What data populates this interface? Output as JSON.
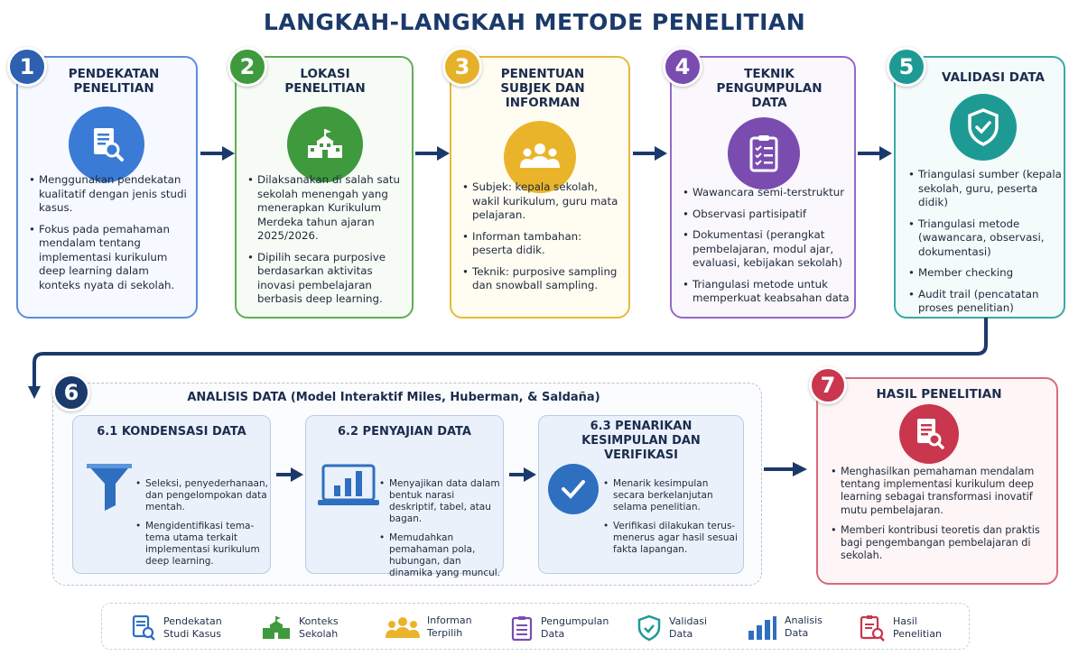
{
  "title": "LANGKAH-LANGKAH METODE PENELITIAN",
  "colors": {
    "navy": "#1b3a6b",
    "blue": "#2e6fc0",
    "green": "#3e9a3c",
    "yellow": "#eab42a",
    "purple": "#7a4cb0",
    "teal": "#1e9a94",
    "red": "#c9364e"
  },
  "steps": [
    {
      "number": "1",
      "title": "PENDEKATAN PENELITIAN",
      "icon": "document-search-icon",
      "bullets": [
        "Menggunakan pendekatan kualitatif dengan jenis studi kasus.",
        "Fokus pada pemahaman mendalam tentang implementasi kurikulum deep learning dalam konteks nyata di sekolah."
      ]
    },
    {
      "number": "2",
      "title": "LOKASI PENELITIAN",
      "icon": "school-building-icon",
      "bullets": [
        "Dilaksanakan di salah satu sekolah menengah yang menerapkan Kurikulum Merdeka tahun ajaran 2025/2026.",
        "Dipilih secara purposive berdasarkan aktivitas inovasi pembelajaran berbasis deep learning."
      ]
    },
    {
      "number": "3",
      "title": "PENENTUAN SUBJEK DAN INFORMAN",
      "icon": "people-group-icon",
      "bullets": [
        "Subjek: kepala sekolah, wakil kurikulum, guru mata pelajaran.",
        "Informan tambahan: peserta didik.",
        "Teknik: purposive sampling dan snowball sampling."
      ]
    },
    {
      "number": "4",
      "title": "TEKNIK PENGUMPULAN DATA",
      "icon": "clipboard-checklist-icon",
      "bullets": [
        "Wawancara semi-terstruktur",
        "Observasi partisipatif",
        "Dokumentasi (perangkat pembelajaran, modul ajar, evaluasi, kebijakan sekolah)",
        "Triangulasi metode untuk memperkuat keabsahan data"
      ]
    },
    {
      "number": "5",
      "title": "VALIDASI DATA",
      "icon": "shield-check-icon",
      "bullets": [
        "Triangulasi sumber (kepala sekolah, guru, peserta didik)",
        "Triangulasi metode (wawancara, observasi, dokumentasi)",
        "Member checking",
        "Audit trail (pencatatan proses penelitian)"
      ]
    }
  ],
  "analysis": {
    "number": "6",
    "title": "ANALISIS DATA (Model Interaktif Miles, Huberman, & Saldaña)",
    "subs": [
      {
        "title": "6.1 KONDENSASI DATA",
        "icon": "funnel-icon",
        "bullets": [
          "Seleksi, penyederhanaan, dan pengelompokan data mentah.",
          "Mengidentifikasi tema-tema utama terkait implementasi kurikulum deep learning."
        ]
      },
      {
        "title": "6.2 PENYAJIAN DATA",
        "icon": "monitor-chart-icon",
        "bullets": [
          "Menyajikan data dalam bentuk narasi deskriptif, tabel, atau bagan.",
          "Memudahkan pemahaman pola, hubungan, dan dinamika yang muncul."
        ]
      },
      {
        "title": "6.3 PENARIKAN KESIMPULAN DAN VERIFIKASI",
        "icon": "check-circle-icon",
        "bullets": [
          "Menarik kesimpulan secara berkelanjutan selama penelitian.",
          "Verifikasi dilakukan terus-menerus agar hasil sesuai fakta lapangan."
        ]
      }
    ]
  },
  "result": {
    "number": "7",
    "title": "HASIL PENELITIAN",
    "icon": "report-search-icon",
    "bullets": [
      "Menghasilkan pemahaman mendalam tentang implementasi kurikulum deep learning sebagai transformasi inovatif mutu pembelajaran.",
      "Memberi kontribusi teoretis dan praktis bagi pengembangan pembelajaran di sekolah."
    ]
  },
  "legend": [
    {
      "line1": "Pendekatan",
      "line2": "Studi Kasus",
      "icon": "document-search-icon"
    },
    {
      "line1": "Konteks",
      "line2": "Sekolah",
      "icon": "school-building-icon"
    },
    {
      "line1": "Informan",
      "line2": "Terpilih",
      "icon": "people-group-icon"
    },
    {
      "line1": "Pengumpulan",
      "line2": "Data",
      "icon": "clipboard-checklist-icon"
    },
    {
      "line1": "Validasi",
      "line2": "Data",
      "icon": "shield-check-icon"
    },
    {
      "line1": "Analisis",
      "line2": "Data",
      "icon": "bar-chart-icon"
    },
    {
      "line1": "Hasil",
      "line2": "Penelitian",
      "icon": "report-search-icon"
    }
  ]
}
